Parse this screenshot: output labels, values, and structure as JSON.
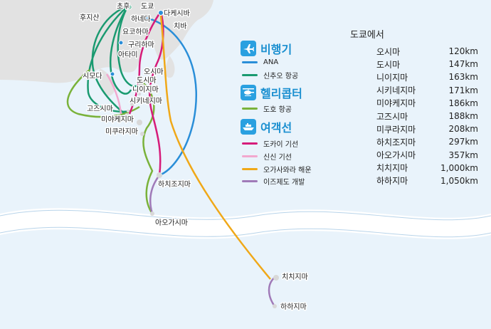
{
  "map_labels": {
    "choshi": "초후",
    "tokyo": "도쿄",
    "takeshiba": "다케시바",
    "chiba": "치바",
    "fujisan": "후지산",
    "haneda": "하네다",
    "yokohama": "요코하마",
    "kurihama": "구리하마",
    "atami": "아타미",
    "shimoda": "시모다",
    "oshima": "오시마",
    "toshima": "도시마",
    "niijima": "니이지마",
    "shikinejima": "시키네지마",
    "kozushima": "고즈시마",
    "miyakejima": "미야케지마",
    "mikurajima": "미쿠라지마",
    "hachijojima": "하치조지마",
    "aogashima": "아오가시마",
    "chichijima": "치치지마",
    "hahajima": "하하지마"
  },
  "legend": {
    "air": {
      "title": "비행기",
      "items": [
        {
          "label": "ANA",
          "color": "#2a8ed8"
        },
        {
          "label": "신추오 항공",
          "color": "#1a9a70"
        }
      ]
    },
    "heli": {
      "title": "헬리콥터",
      "items": [
        {
          "label": "도호 항공",
          "color": "#7ab23a"
        }
      ]
    },
    "ship": {
      "title": "여객선",
      "items": [
        {
          "label": "도카이 기선",
          "color": "#d61c7a"
        },
        {
          "label": "신신 기선",
          "color": "#f2a8cf"
        },
        {
          "label": "오가사와라 해운",
          "color": "#f0a818"
        },
        {
          "label": "이즈제도 개발",
          "color": "#a07ab8"
        }
      ]
    }
  },
  "distances": {
    "title": "도쿄에서",
    "rows": [
      {
        "name": "오시마",
        "value": "120km"
      },
      {
        "name": "도시마",
        "value": "147km"
      },
      {
        "name": "니이지마",
        "value": "163km"
      },
      {
        "name": "시키네지마",
        "value": "171km"
      },
      {
        "name": "미야케지마",
        "value": "186km"
      },
      {
        "name": "고즈시마",
        "value": "188km"
      },
      {
        "name": "미쿠라지마",
        "value": "208km"
      },
      {
        "name": "하치조지마",
        "value": "297km"
      },
      {
        "name": "아오가시마",
        "value": "357km"
      },
      {
        "name": "치치지마",
        "value": "1,000km"
      },
      {
        "name": "하하지마",
        "value": "1,050km"
      }
    ]
  }
}
